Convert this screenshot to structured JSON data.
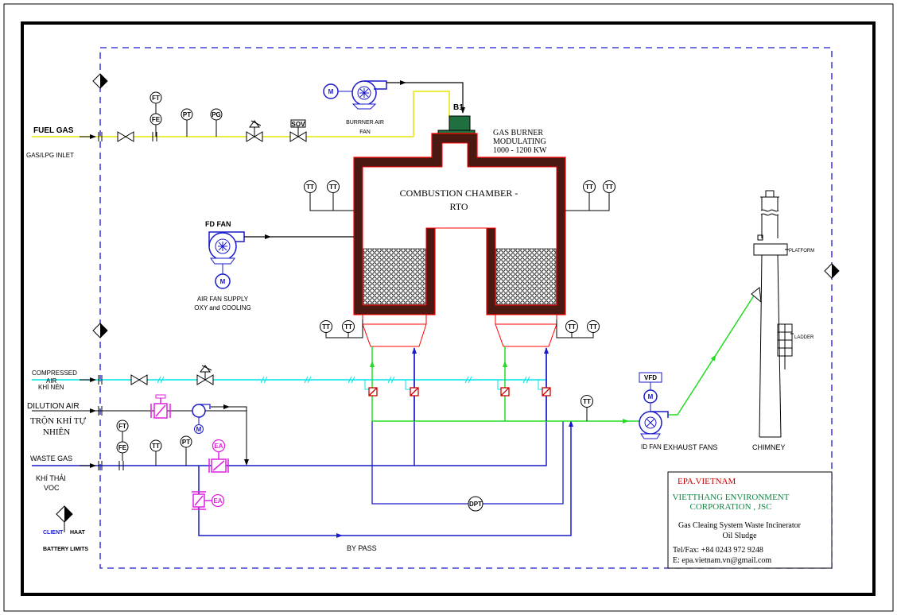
{
  "labels": {
    "fuel_gas": "FUEL GAS",
    "gas_lpg_inlet": "GAS/LPG INLET",
    "burner_air_fan_1": "BURRNER AIR",
    "burner_air_fan_2": "FAN",
    "b1": "B1",
    "gas_burner_1": "GAS BURNER",
    "gas_burner_2": "MODULATING",
    "gas_burner_3": "1000 - 1200 KW",
    "chamber_1": "COMBUSTION CHAMBER -",
    "chamber_2": "RTO",
    "fd_fan": "FD FAN",
    "air_fan_supply_1": "AIR FAN SUPPLY",
    "air_fan_supply_2": "OXY and COOLING",
    "compressed_air_1": "COMPRESSED",
    "compressed_air_2": "AIR",
    "khi_nen": "KHÍ NÉN",
    "dilution_air": "DILUTION AIR",
    "tron_khi_1": "TRỘN KHÍ TỰ",
    "tron_khi_2": "NHIÊN",
    "waste_gas": "WASTE GAS",
    "khi_thai_1": "KHÍ THẢI",
    "khi_thai_2": "VOC",
    "client": "CLIENT",
    "haat": "HAAT",
    "battery_limits": "BATTERY LIMITS",
    "by_pass": "BY PASS",
    "vfd": "VFD",
    "id_fan": "ID FAN",
    "exhaust_fans": "EXHAUST FANS",
    "chimney": "CHIMNEY",
    "platform": "PLATFORM",
    "ladder": "LADDER",
    "sov": "SOV",
    "dpt": "DPT"
  },
  "instruments": {
    "ft": "FT",
    "fe": "FE",
    "pt": "PT",
    "pg": "PG",
    "tt": "TT",
    "ea": "EA",
    "m": "M"
  },
  "title_block": {
    "company_short": "EPA.VIETNAM",
    "company_1": "VIETTHANG ENVIRONMENT",
    "company_2": "CORPORATION , JSC",
    "project_1": "Gas Cleaing System Waste Incinerator",
    "project_2": "Oil Sludge",
    "phone": "Tel/Fax: +84 0243 972 9248",
    "email": "E: epa.vietnam.vn@gmail.com"
  },
  "colors": {
    "fuel_line": "#e6e600",
    "compressed_air_line": "#00e5e5",
    "waste_gas_line": "#1a1acc",
    "exhaust_line": "#22dd22",
    "chamber_wall": "#4a1a12",
    "chamber_outline": "#ff0000",
    "valve_magenta": "#e020e0",
    "burner_green": "#1f6f3f",
    "battery_limit": "#1a1acc",
    "title_red": "#cc0000",
    "title_green": "#118844"
  }
}
